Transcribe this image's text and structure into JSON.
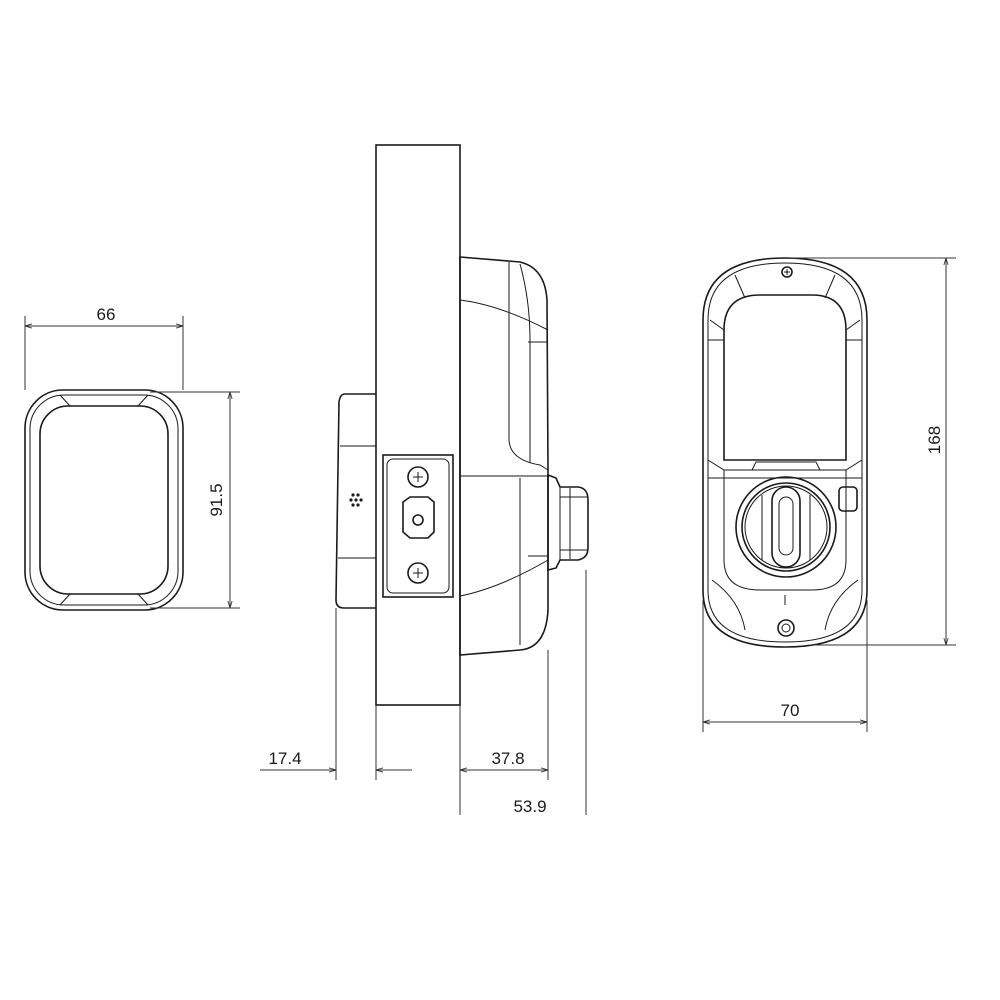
{
  "dimensions": {
    "front_width": "66",
    "front_height": "91.5",
    "outside_depth": "17.4",
    "inside_depth": "37.8",
    "inside_total_depth": "53.9",
    "rear_height": "168",
    "rear_width": "70"
  },
  "colors": {
    "line": "#1a1a1a",
    "background": "#ffffff"
  }
}
